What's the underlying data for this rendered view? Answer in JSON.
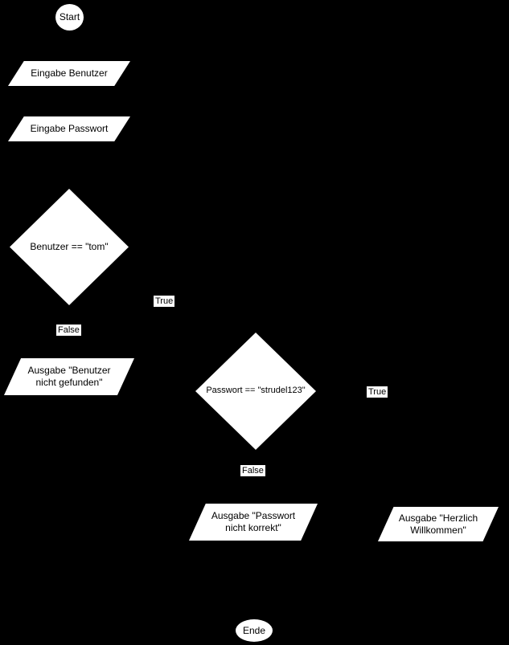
{
  "diagram": {
    "title": "login-flowchart",
    "colors": {
      "background": "#000000",
      "shape_fill": "#ffffff",
      "shape_text": "#000000",
      "edge_label_bg": "#ffffff",
      "edge_label_text": "#000000"
    },
    "nodes": {
      "start": {
        "type": "ellipse",
        "label": "Start"
      },
      "input_user": {
        "type": "parallelogram",
        "label": "Eingabe Benutzer"
      },
      "input_password": {
        "type": "parallelogram",
        "label": "Eingabe Passwort"
      },
      "check_user": {
        "type": "diamond",
        "label": "Benutzer == \"tom\""
      },
      "output_user_not_found": {
        "type": "parallelogram",
        "label": "Ausgabe \"Benutzer\nnicht gefunden\""
      },
      "check_password": {
        "type": "diamond",
        "label": "Passwort == \"strudel123\""
      },
      "output_password_wrong": {
        "type": "parallelogram",
        "label": "Ausgabe \"Passwort\nnicht korrekt\""
      },
      "output_welcome": {
        "type": "parallelogram",
        "label": "Ausgabe \"Herzlich\nWillkommen\""
      },
      "end": {
        "type": "ellipse",
        "label": "Ende"
      }
    },
    "edge_labels": {
      "check_user_true": "True",
      "check_user_false": "False",
      "check_password_true": "True",
      "check_password_false": "False"
    }
  }
}
